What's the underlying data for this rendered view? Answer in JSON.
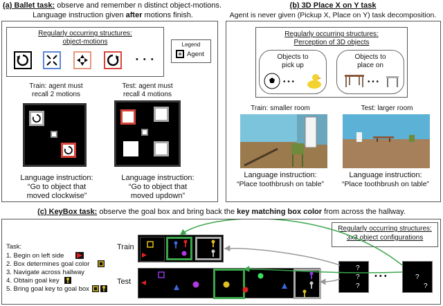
{
  "ballet": {
    "title": "(a) Ballet task:",
    "desc1": " observe and remember n distinct object-motions.",
    "desc2a": "Language instruction given ",
    "desc2b": "after",
    "desc2c": " motions finish.",
    "structures_title": "Regularly occurring structures:",
    "structures_sub": "object-motions",
    "ellipsis": "• • •",
    "legend_title": "Legend",
    "legend_label": "Agent",
    "train_caption": "Train: agent must\nrecall 2 motions",
    "test_caption": "Test: agent must\nrecall 4 motions",
    "train_instr_label": "Language instruction:",
    "train_instr": "“Go to object that\nmoved clockwise”",
    "test_instr_label": "Language instruction:",
    "test_instr": "“Go to object that\nmoved updown”",
    "motion_colors": [
      "#000000",
      "#5b86d6",
      "#e39a7a",
      "#d9443a"
    ]
  },
  "place": {
    "title": "(b) 3D Place X on Y task",
    "desc": "Agent is never given (Pickup X, Place on Y) task decomposition.",
    "structures_title": "Regularly occurring structures:",
    "structures_sub": "Perception of 3D objects",
    "pickup_label": "Objects to\npick up",
    "place_label": "Objects to\nplace on",
    "dots": "• • •",
    "train_caption": "Train: smaller room",
    "test_caption": "Test: larger room",
    "train_instr_label": "Language instruction:",
    "train_instr": "“Place toothbrush on table”",
    "test_instr_label": "Language instruction:",
    "test_instr": "“Place toothbrush on table”"
  },
  "keybox": {
    "title": "(c) KeyBox task:",
    "desc_a": " observe the goal box and bring back the ",
    "desc_b": "key matching box color",
    "desc_c": " from across the hallway.",
    "task_label": "Task:",
    "steps": [
      "1. Begin on left side",
      "2. Box determines goal color",
      "3. Navigate across hallway",
      "4. Obtain goal key",
      "5. Bring goal key to goal box"
    ],
    "train_label": "Train",
    "test_label": "Test",
    "structures_title": "Regularly occurring structures:",
    "structures_sub": "3x3 object configurations",
    "unknown": "?",
    "dots": "• • •"
  }
}
